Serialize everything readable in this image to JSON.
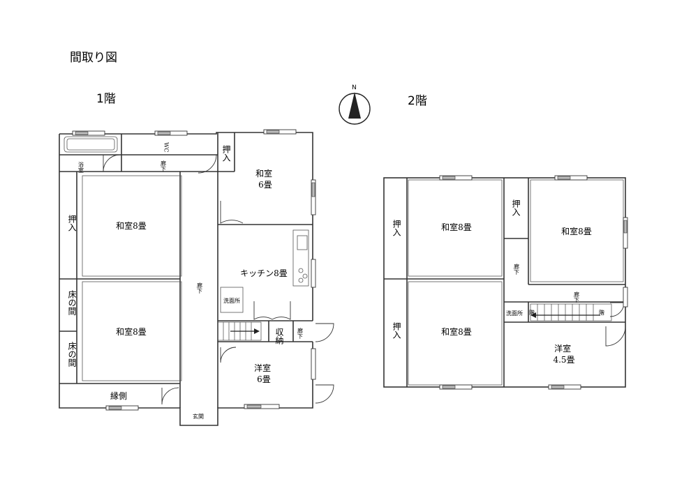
{
  "title": "間取り図",
  "compass_label": "N",
  "floor1": {
    "label": "1階",
    "rooms": {
      "bath": "浴室",
      "wc": "WC",
      "corridor_top": "廊下",
      "oshiire_top": "押入",
      "washitsu6": "和室\n6畳",
      "oshiire_left": "押入",
      "washitsu8_top": "和室8畳",
      "kitchen": "キッチン8畳",
      "sink_area": "洗面所",
      "tokonoma1": "床の間",
      "tokonoma2": "床の間",
      "washitsu8_bottom": "和室8畳",
      "corridor_mid": "廊下",
      "storage": "収納",
      "corridor_small": "廊下",
      "youshitsu6": "洋室\n6畳",
      "engawa": "縁側",
      "genkan": "玄関"
    }
  },
  "floor2": {
    "label": "2階",
    "rooms": {
      "oshiire_left": "押入",
      "washitsu8_tl": "和室8畳",
      "oshiire_mid": "押入",
      "washitsu8_tr": "和室8畳",
      "corridor_mid": "廊下",
      "corridor_top": "廊下",
      "oshiire_bl": "押入",
      "washitsu8_bl": "和室8畳",
      "sink_area": "洗面所",
      "stair_down": "階",
      "stair_right": "階",
      "youshitsu45": "洋室\n4.5畳"
    }
  }
}
